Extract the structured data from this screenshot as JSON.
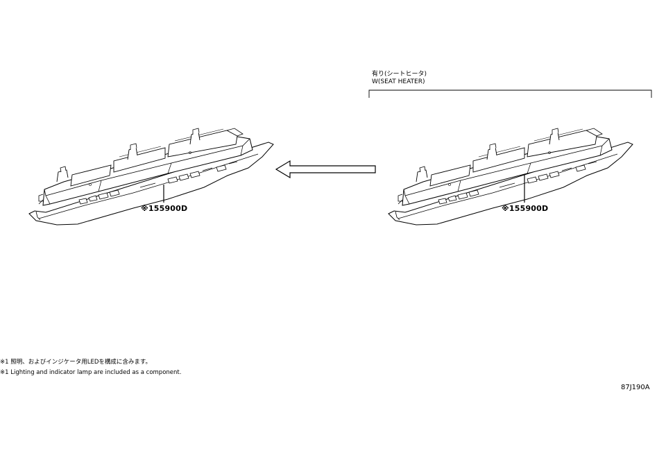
{
  "variant_label": {
    "line1": "有り(シートヒータ)",
    "line2": "W(SEAT HEATER)"
  },
  "parts": [
    {
      "id": "left-unit",
      "part_number": "※155900D"
    },
    {
      "id": "right-unit",
      "part_number": "※155900D"
    }
  ],
  "notes": {
    "jp": "※1 照明、およびインジケータ用LEDを構成に含みます。",
    "en": "※1 Lighting and indicator lamp are included as a component."
  },
  "figure_number": "87J190A",
  "colors": {
    "line": "#000000",
    "background": "#ffffff",
    "fill": "#ffffff"
  },
  "icons": {
    "arrow": "arrow-left-icon"
  }
}
